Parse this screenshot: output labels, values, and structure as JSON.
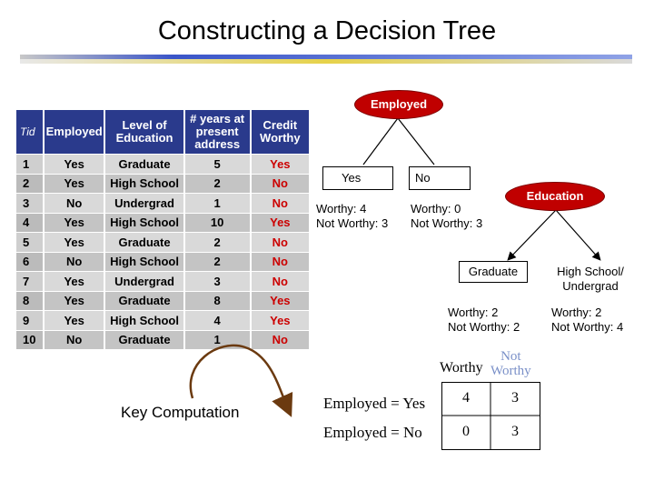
{
  "title": "Constructing a Decision Tree",
  "table": {
    "headers": [
      "Tid",
      "Employed",
      "Level of Education",
      "# years at present address",
      "Credit Worthy"
    ],
    "rows": [
      [
        "1",
        "Yes",
        "Graduate",
        "5",
        "Yes"
      ],
      [
        "2",
        "Yes",
        "High School",
        "2",
        "No"
      ],
      [
        "3",
        "No",
        "Undergrad",
        "1",
        "No"
      ],
      [
        "4",
        "Yes",
        "High School",
        "10",
        "Yes"
      ],
      [
        "5",
        "Yes",
        "Graduate",
        "2",
        "No"
      ],
      [
        "6",
        "No",
        "High School",
        "2",
        "No"
      ],
      [
        "7",
        "Yes",
        "Undergrad",
        "3",
        "No"
      ],
      [
        "8",
        "Yes",
        "Graduate",
        "8",
        "Yes"
      ],
      [
        "9",
        "Yes",
        "High School",
        "4",
        "Yes"
      ],
      [
        "10",
        "No",
        "Graduate",
        "1",
        "No"
      ]
    ]
  },
  "tree": {
    "root": "Employed",
    "yes_label": "Yes",
    "no_label": "No",
    "yes_worthy": "Worthy: 4",
    "yes_notworthy": "Not Worthy: 3",
    "no_worthy": "Worthy: 0",
    "no_notworthy": "Not Worthy: 3",
    "education": "Education",
    "graduate_label": "Graduate",
    "hs_label_line1": "High School/",
    "hs_label_line2": "Undergrad",
    "grad_worthy": "Worthy: 2",
    "grad_notworthy": "Not Worthy: 2",
    "hs_worthy": "Worthy: 2",
    "hs_notworthy": "Not Worthy: 4"
  },
  "key_computation": {
    "label": "Key Computation",
    "col_worthy": "Worthy",
    "col_not_1": "Not",
    "col_not_2": "Worthy",
    "row1_label": "Employed = Yes",
    "row1_values": [
      "4",
      "3"
    ],
    "row2_label": "Employed = No",
    "row2_values": [
      "0",
      "3"
    ]
  },
  "colors": {
    "header_bg": "#2a3a8c",
    "node_red": "#c00000",
    "class_red": "#cc0000",
    "arrow_brown": "#6b3a10",
    "not_worthy_blue": "#7a90c8"
  }
}
